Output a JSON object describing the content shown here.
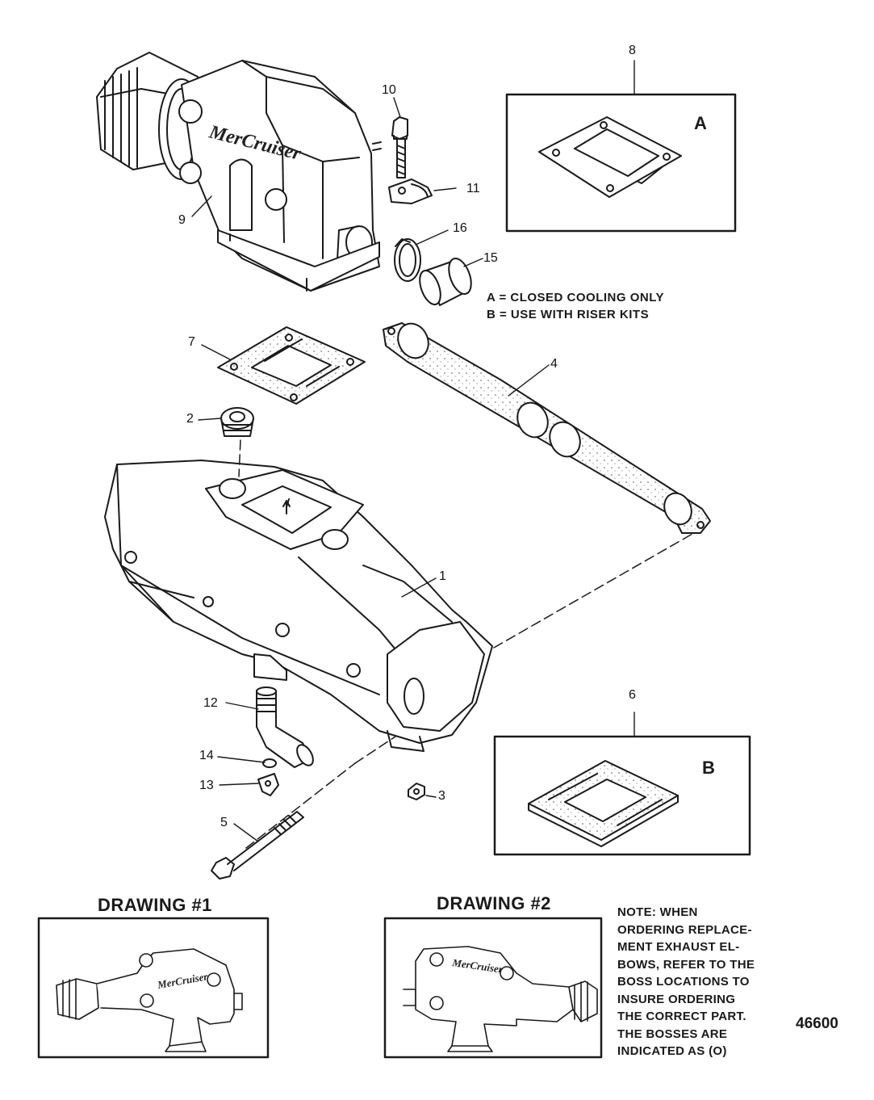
{
  "callouts": {
    "p1": "1",
    "p2": "2",
    "p3": "3",
    "p4": "4",
    "p5": "5",
    "p6": "6",
    "p7": "7",
    "p8": "8",
    "p9": "9",
    "p10": "10",
    "p11": "11",
    "p12": "12",
    "p13": "13",
    "p14": "14",
    "p15": "15",
    "p16": "16"
  },
  "inset_a": {
    "letter": "A"
  },
  "inset_b": {
    "letter": "B"
  },
  "legend": {
    "line_a": "A = CLOSED COOLING ONLY",
    "line_b": "B = USE WITH RISER KITS"
  },
  "drawing1": {
    "title": "DRAWING #1",
    "brand": "MerCruiser"
  },
  "drawing2": {
    "title": "DRAWING #2",
    "brand": "MerCruiser"
  },
  "elbow_brand": "MerCruiser",
  "note": {
    "lines": [
      "NOTE:  WHEN",
      "ORDERING REPLACE-",
      "MENT EXHAUST EL-",
      "BOWS, REFER TO THE",
      "BOSS LOCATIONS TO",
      "INSURE ORDERING",
      "THE CORRECT PART.",
      "THE BOSSES ARE",
      "INDICATED AS (O)"
    ]
  },
  "figure_number": "46600"
}
